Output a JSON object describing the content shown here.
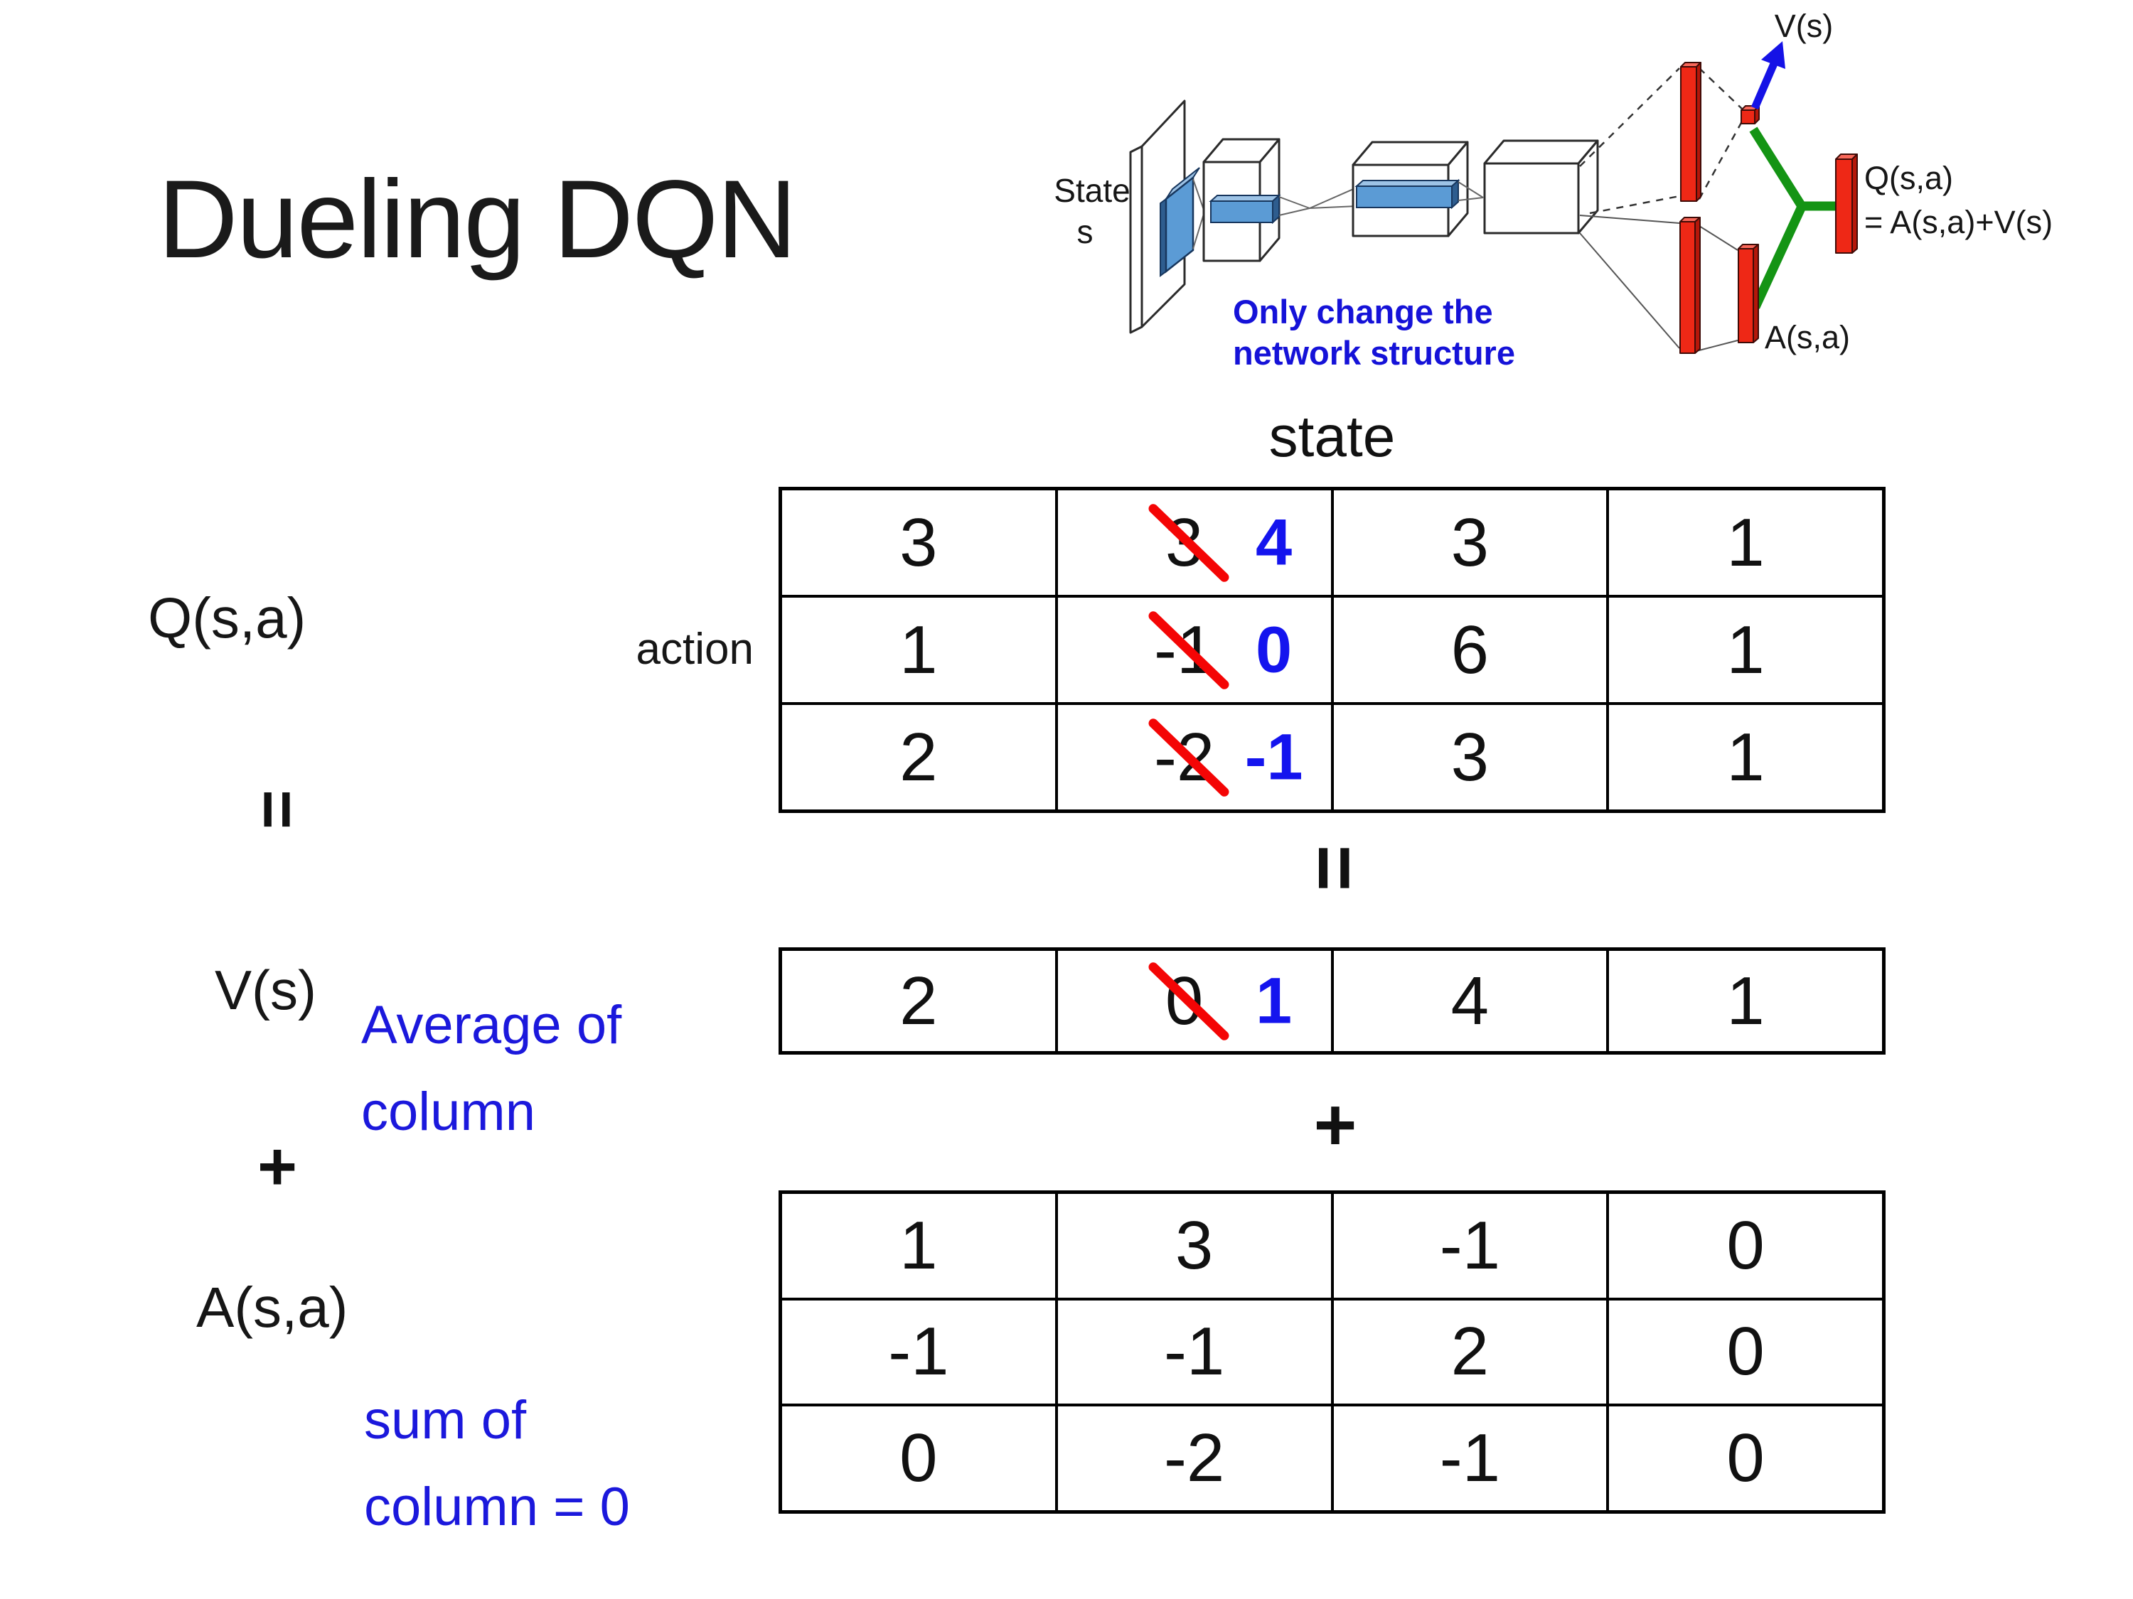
{
  "title": "Dueling DQN",
  "colors": {
    "annotation_blue": "#1b18dc",
    "replacement_blue": "#1414ee",
    "strike_red": "#f40505",
    "bar_red": "#ee2816",
    "conv_blue": "#5b9bd5",
    "merge_green": "#149414",
    "arrow_blue": "#1512e6",
    "text_black": "#161616"
  },
  "diagram": {
    "state_line1": "State",
    "state_line2": "s",
    "v_out": "V(s)",
    "q_out_line1": "Q(s,a)",
    "q_out_line2": "= A(s,a)+V(s)",
    "a_out": "A(s,a)",
    "note_line1": "Only change the",
    "note_line2": "network structure"
  },
  "equation": {
    "q_label": "Q(s,a)",
    "action_label": "action",
    "state_header": "state",
    "equals_left": "=",
    "equals_center": "=",
    "v_label": "V(s)",
    "avg_note_line1": "Average of",
    "avg_note_line2": "column",
    "plus_left": "+",
    "plus_center": "+",
    "a_label": "A(s,a)",
    "sum_note_line1": "sum of",
    "sum_note_line2": "column = 0"
  },
  "tables": {
    "q": {
      "label": "Q(s,a)",
      "rows": [
        [
          {
            "value": "3"
          },
          {
            "old": "3",
            "new": "4"
          },
          {
            "value": "3"
          },
          {
            "value": "1"
          }
        ],
        [
          {
            "value": "1"
          },
          {
            "old": "-1",
            "new": "0"
          },
          {
            "value": "6"
          },
          {
            "value": "1"
          }
        ],
        [
          {
            "value": "2"
          },
          {
            "old": "-2",
            "new": "-1"
          },
          {
            "value": "3"
          },
          {
            "value": "1"
          }
        ]
      ]
    },
    "v": {
      "label": "V(s)",
      "rows": [
        [
          {
            "value": "2"
          },
          {
            "old": "0",
            "new": "1"
          },
          {
            "value": "4"
          },
          {
            "value": "1"
          }
        ]
      ]
    },
    "a": {
      "label": "A(s,a)",
      "rows": [
        [
          {
            "value": "1"
          },
          {
            "value": "3"
          },
          {
            "value": "-1"
          },
          {
            "value": "0"
          }
        ],
        [
          {
            "value": "-1"
          },
          {
            "value": "-1"
          },
          {
            "value": "2"
          },
          {
            "value": "0"
          }
        ],
        [
          {
            "value": "0"
          },
          {
            "value": "-2"
          },
          {
            "value": "-1"
          },
          {
            "value": "0"
          }
        ]
      ]
    }
  }
}
